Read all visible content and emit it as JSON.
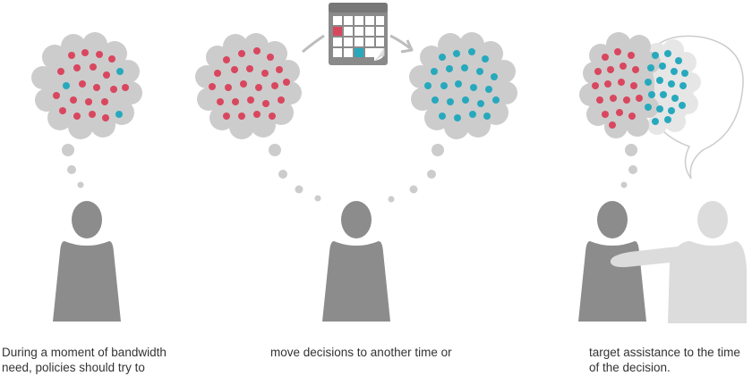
{
  "captions": [
    {
      "line1": "During a moment of bandwidth",
      "line2": "need, policies should try to"
    },
    {
      "line1": "move decisions to another time or",
      "line2": ""
    },
    {
      "line1": "target assistance to the time",
      "line2": "of the decision."
    }
  ],
  "colors": {
    "cloud": "#cccccc",
    "cloud_light": "#e6e6e6",
    "dot_red": "#d9475f",
    "dot_teal": "#27a9bd",
    "person": "#8c8c8c",
    "helper": "#dcdcdc",
    "calendar": "#8a8a8a",
    "arrow": "#bdbdbd",
    "text": "#333333"
  },
  "icons": [
    "thought-cloud-icon",
    "person-icon",
    "calendar-icon",
    "arrow-icon",
    "speech-bubble-icon",
    "helper-person-icon"
  ]
}
